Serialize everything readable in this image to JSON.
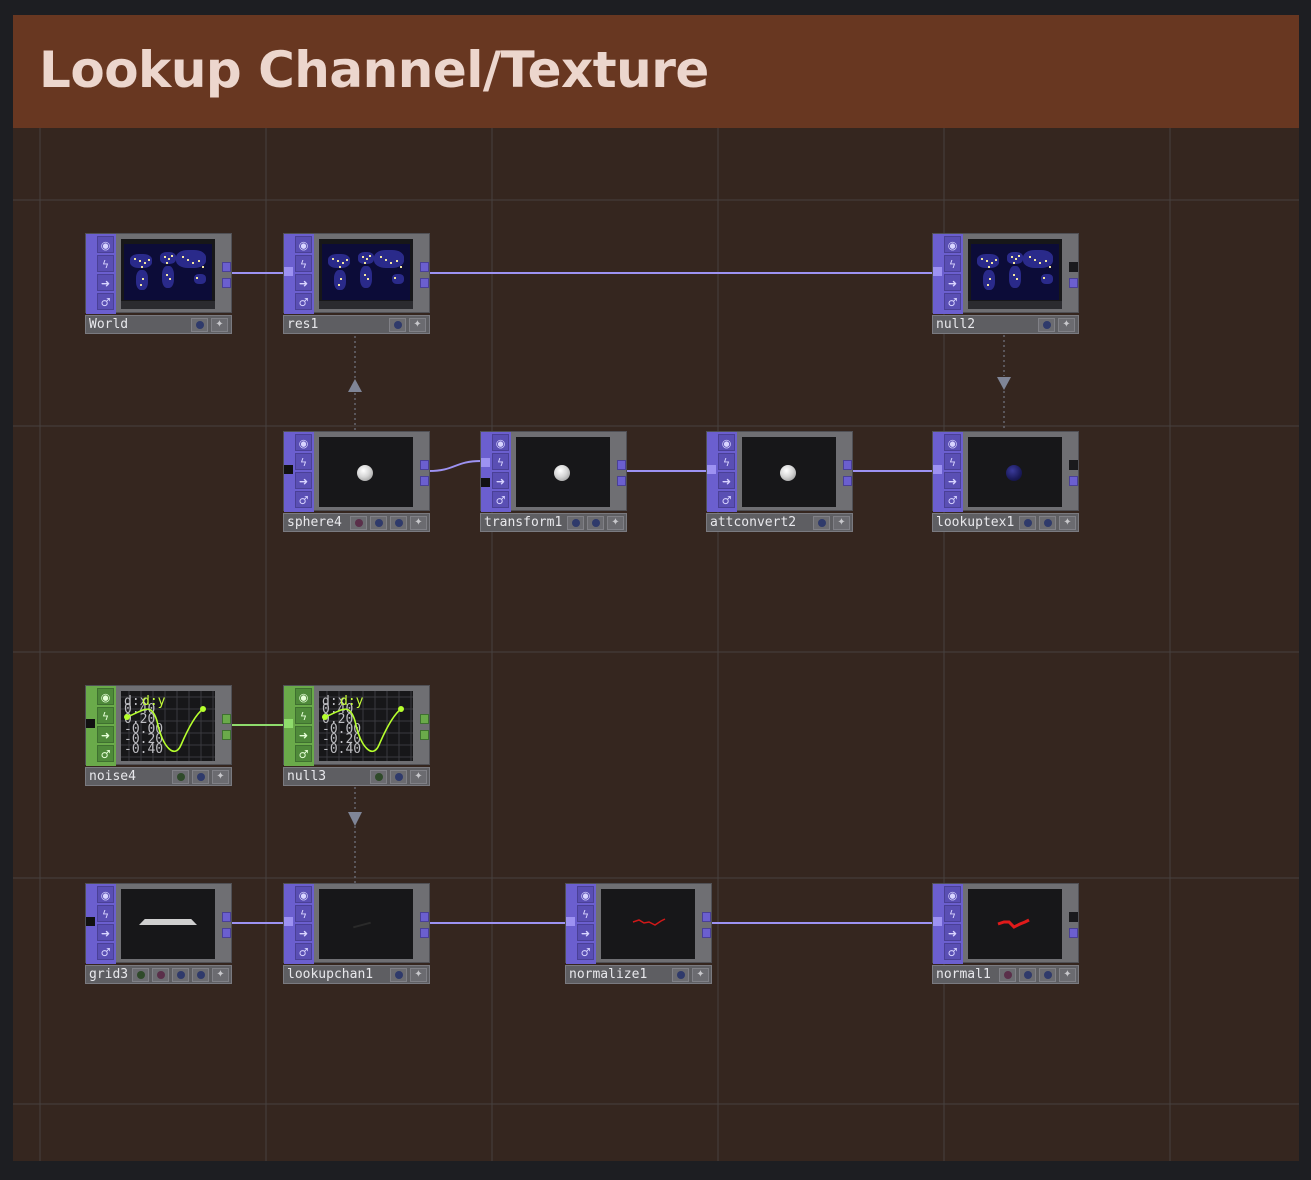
{
  "annotation": {
    "title": "Lookup Channel/Texture"
  },
  "nodes": {
    "world": {
      "name": "World"
    },
    "res1": {
      "name": "res1"
    },
    "null2": {
      "name": "null2"
    },
    "sphere4": {
      "name": "sphere4"
    },
    "transform1": {
      "name": "transform1"
    },
    "attconvert2": {
      "name": "attconvert2"
    },
    "lookuptex1": {
      "name": "lookuptex1"
    },
    "noise4": {
      "name": "noise4"
    },
    "null3": {
      "name": "null3"
    },
    "grid3": {
      "name": "grid3"
    },
    "lookupchan1": {
      "name": "lookupchan1"
    },
    "normalize1": {
      "name": "normalize1"
    },
    "normal1": {
      "name": "normal1"
    }
  },
  "chop_viewer": {
    "channel_labels": [
      "d:x",
      "d:y"
    ],
    "values": [
      "0.40",
      "0.20",
      "-0.00",
      "-0.20",
      "-0.40"
    ]
  },
  "colors": {
    "top_family": "#6b5fcf",
    "sop_family": "#6b5fcf",
    "chop_family": "#6aaa4a",
    "wire_top": "#9d92f2",
    "wire_chop": "#8fdc6c",
    "annotate_header": "#683721",
    "annotate_body": "#35261f"
  }
}
